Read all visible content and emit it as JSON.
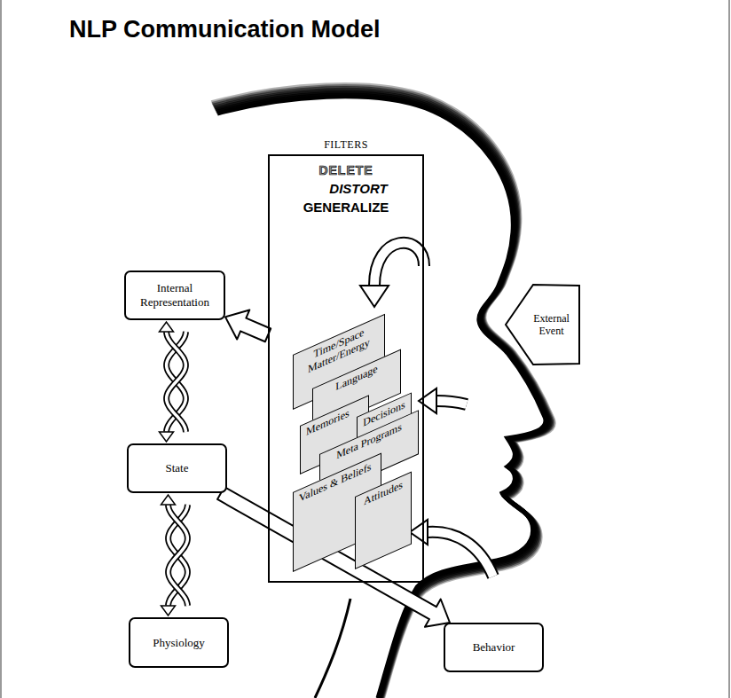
{
  "diagram": {
    "title": "NLP Communication Model",
    "nodes": [
      {
        "text": [
          "FILTERS",
          "DELETE",
          "DISTORT",
          "GENERALIZE"
        ]
      },
      {
        "text": [
          "Time/Space Matter/Energy"
        ],
        "in": 0
      },
      {
        "text": [
          "Language"
        ],
        "in": 0
      },
      {
        "text": [
          "Memories"
        ],
        "in": 0
      },
      {
        "text": [
          "Decisions"
        ],
        "in": 0
      },
      {
        "text": [
          "Meta Programs"
        ],
        "in": 0
      },
      {
        "text": [
          "Values & Beliefs"
        ],
        "in": 0
      },
      {
        "text": [
          "Attitudes"
        ],
        "in": 0
      },
      {
        "text": [
          "Internal Representation"
        ]
      },
      {
        "text": [
          "External Event"
        ]
      },
      {
        "text": [
          "State"
        ]
      },
      {
        "text": [
          "Physiology"
        ]
      },
      {
        "text": [
          "Behavior"
        ]
      }
    ],
    "edges": [
      {
        "from": 0,
        "to": 8,
        "arrow": "to"
      },
      {
        "from": 8,
        "to": 10,
        "arrow": "both"
      },
      {
        "from": 10,
        "to": 11,
        "arrow": "both"
      },
      {
        "from": 10,
        "to": 12,
        "arrow": "to"
      }
    ]
  }
}
